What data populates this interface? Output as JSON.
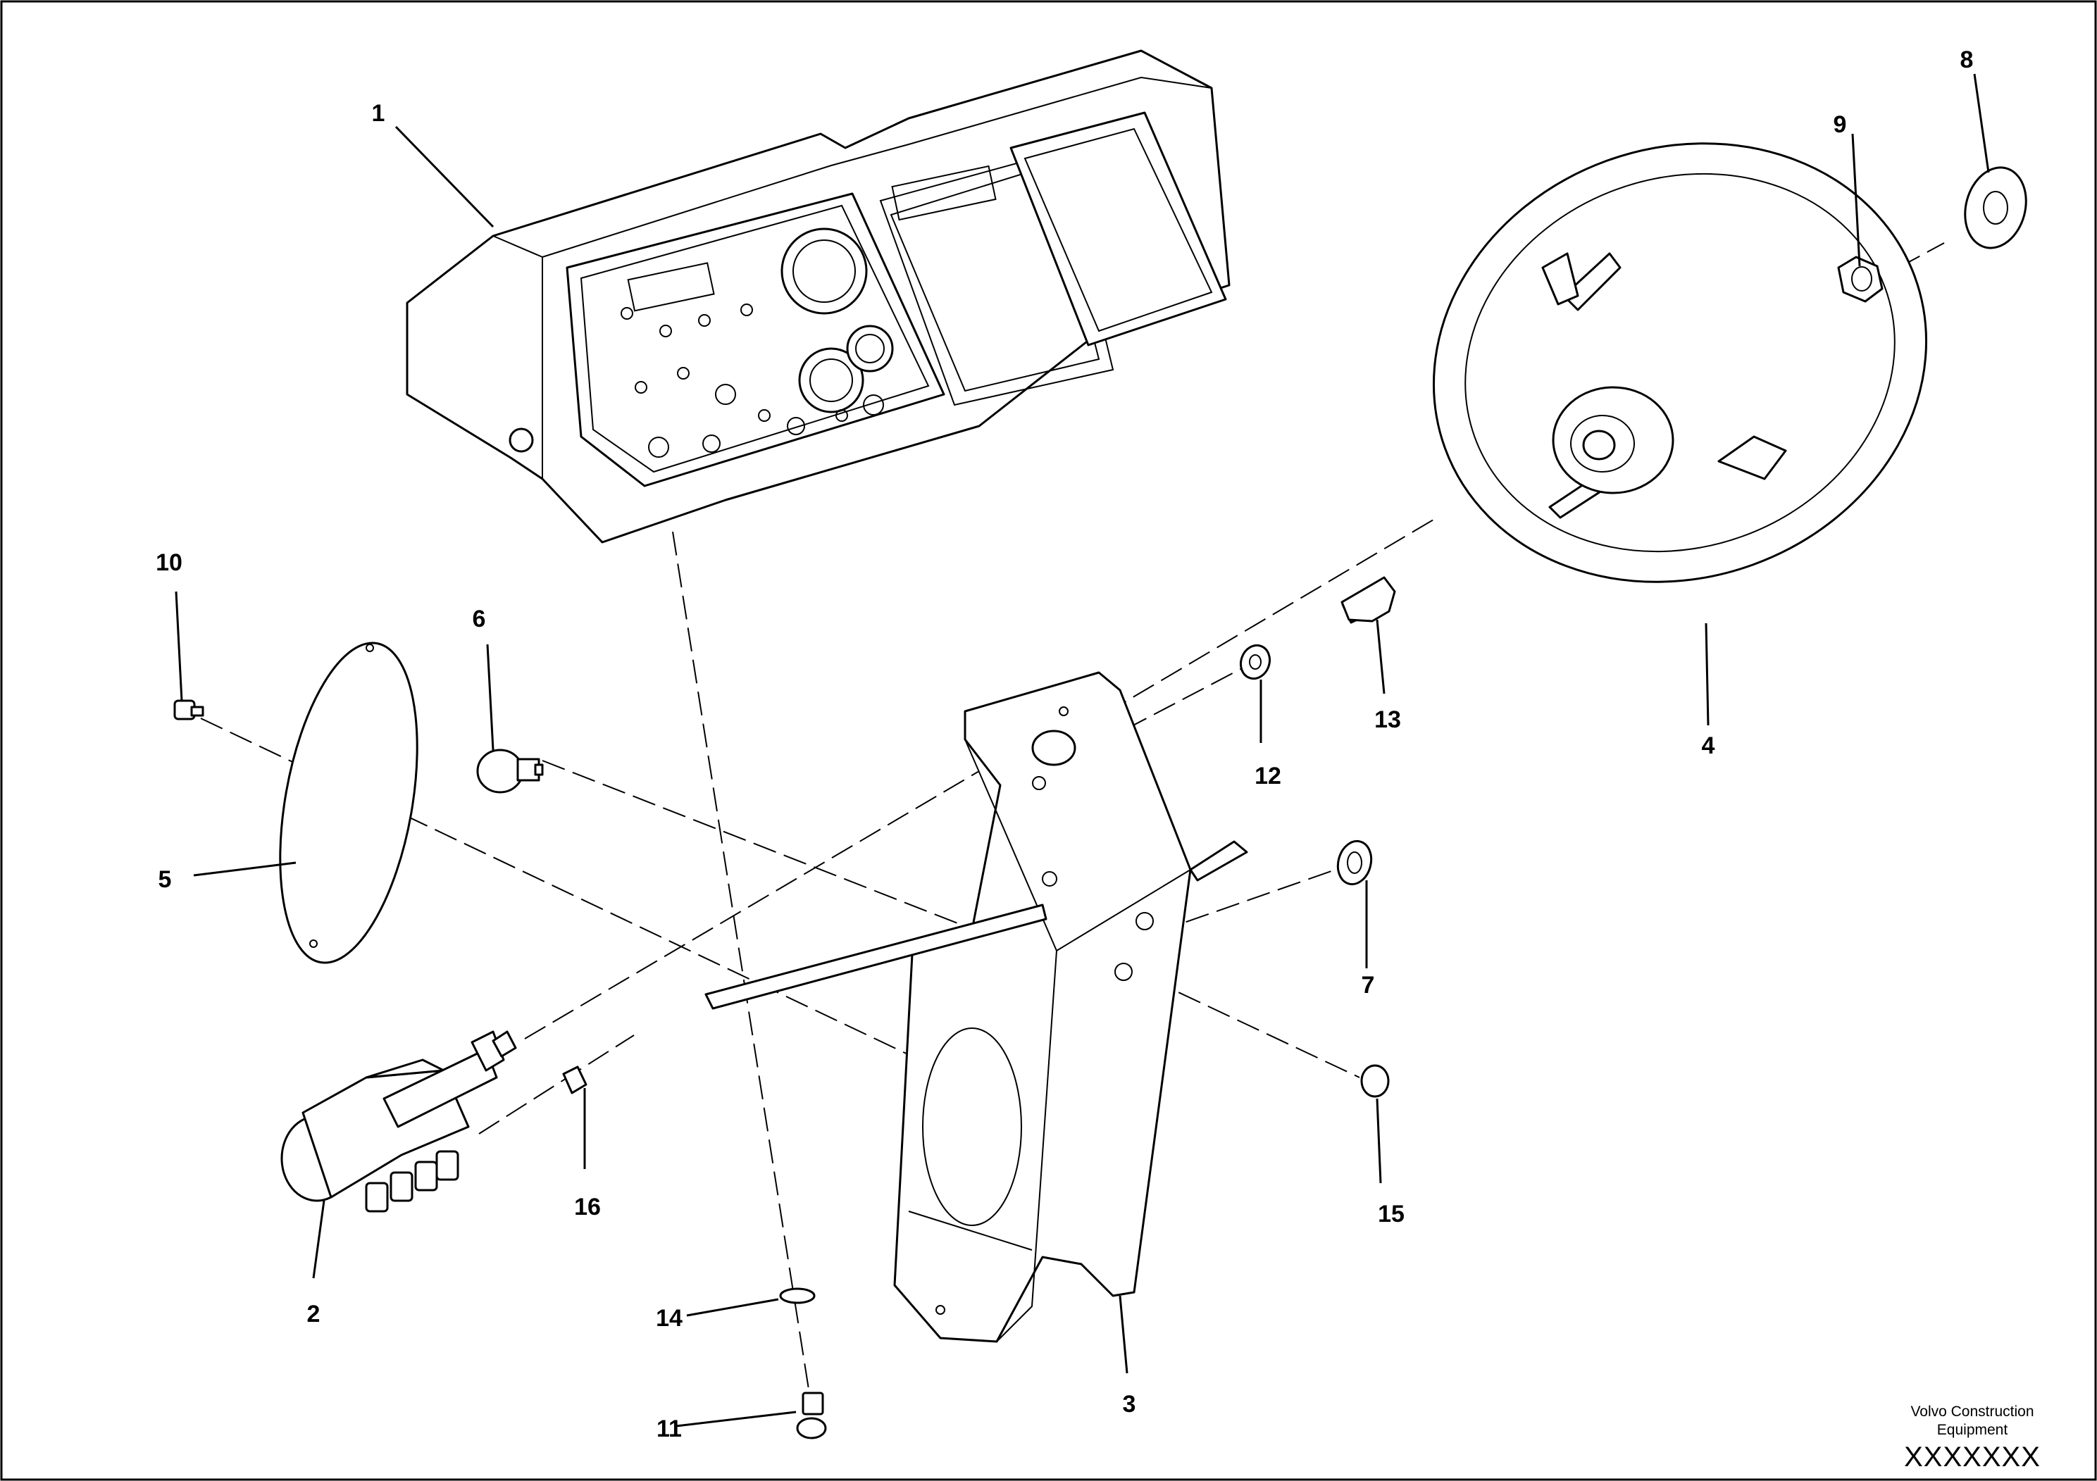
{
  "callouts": {
    "c1": "1",
    "c2": "2",
    "c3": "3",
    "c4": "4",
    "c5": "5",
    "c6": "6",
    "c7": "7",
    "c8": "8",
    "c9": "9",
    "c10": "10",
    "c11": "11",
    "c12": "12",
    "c13": "13",
    "c14": "14",
    "c15": "15",
    "c16": "16"
  },
  "footer": {
    "maker_line1": "Volvo Construction",
    "maker_line2": "Equipment",
    "code": "XXXXXXX"
  }
}
